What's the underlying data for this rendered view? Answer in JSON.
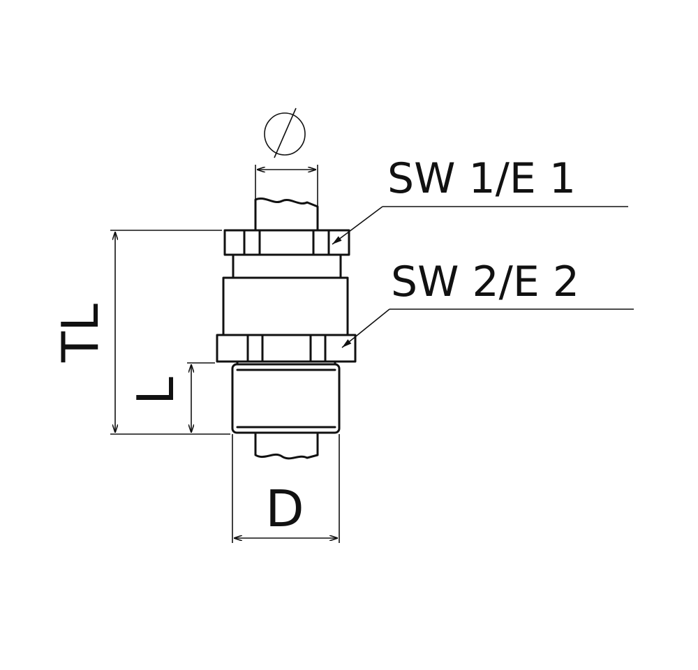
{
  "labels": {
    "callout_upper": "SW 1/E 1",
    "callout_lower": "SW 2/E 2",
    "total_length": "TL",
    "thread_length": "L",
    "thread_diameter": "D"
  },
  "colors": {
    "line": "#111111",
    "background": "#ffffff"
  },
  "symbols": {
    "cable_diameter": "diameter-symbol"
  }
}
